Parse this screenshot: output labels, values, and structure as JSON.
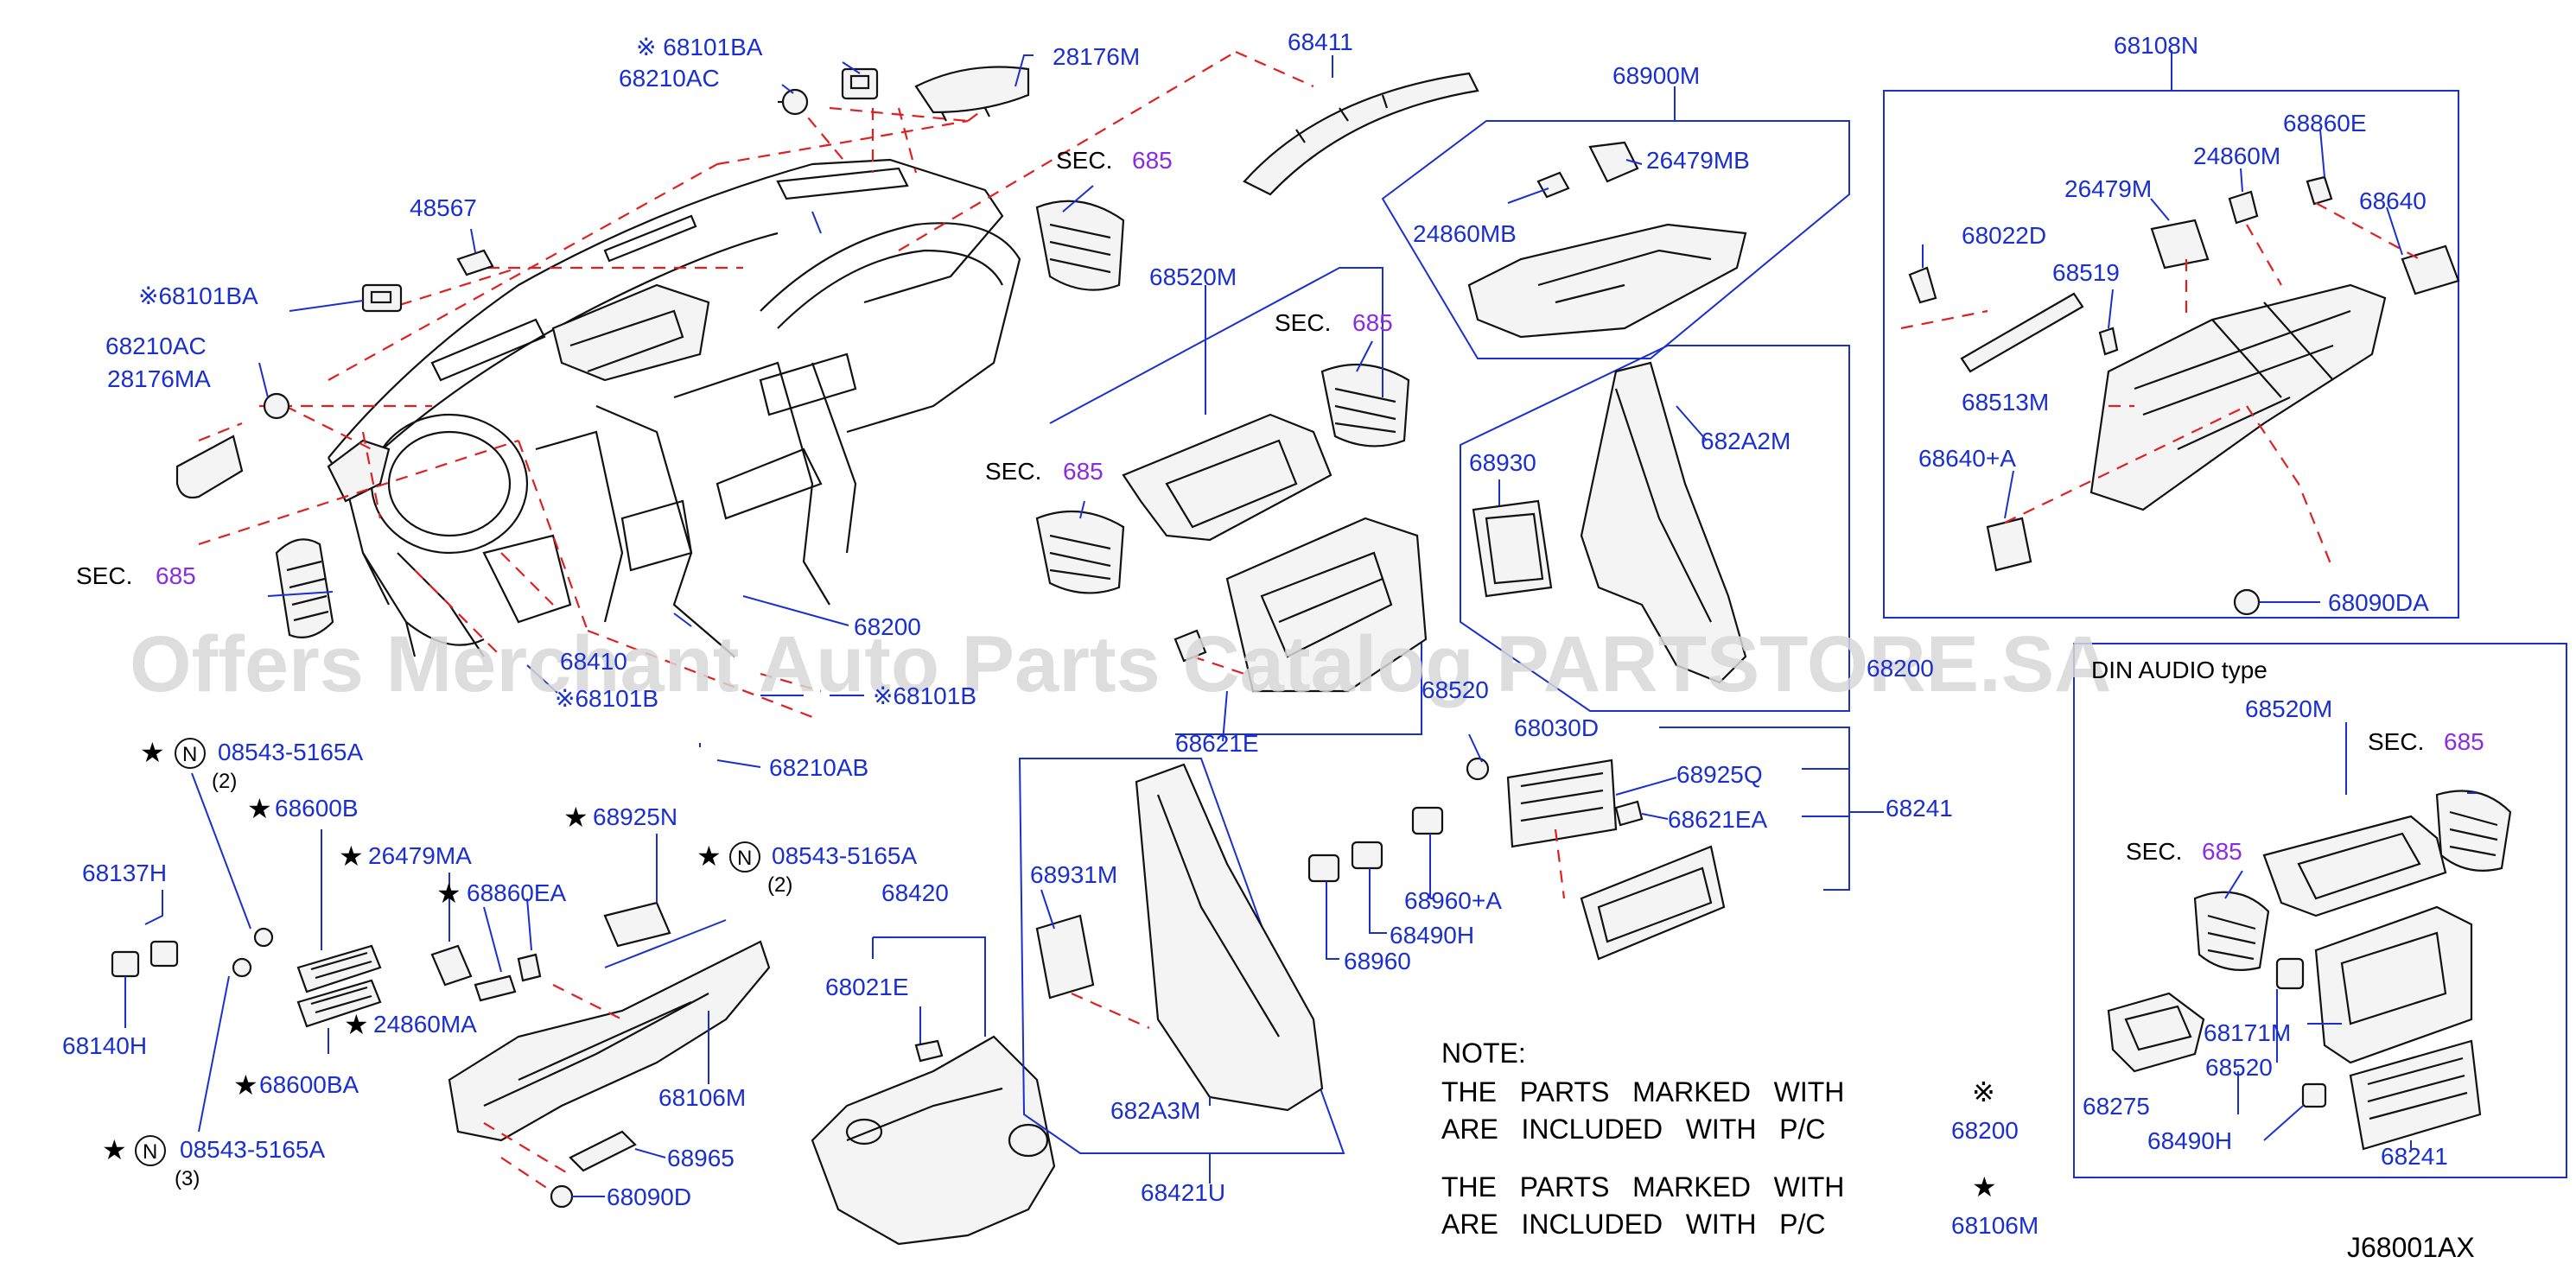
{
  "diagram": {
    "watermark": "Offers Merchant Auto Parts Catalog PARTSTORE.SA",
    "ref_code": "J68001AX",
    "section_label": "SEC.",
    "section_number": "685",
    "labels": {
      "p68101BA_top": "※ 68101BA",
      "p68210AC_top": "68210AC",
      "p28176M": "28176M",
      "p68411": "68411",
      "p68900M": "68900M",
      "p68108N": "68108N",
      "p48567": "48567",
      "p68101BA_left": "※68101BA",
      "p68210AC_left": "68210AC",
      "p28176MA": "28176MA",
      "p68520M": "68520M",
      "p26479MB": "26479MB",
      "p24860MB": "24860MB",
      "p68860E": "68860E",
      "p24860M": "24860M",
      "p26479M": "26479M",
      "p68640": "68640",
      "p68022D": "68022D",
      "p68519": "68519",
      "p68513M": "68513M",
      "p68640A": "68640+A",
      "p68090DA": "68090DA",
      "p682A2M": "682A2M",
      "p68930": "68930",
      "p68200": "68200",
      "p68410": "68410",
      "p68101B_a": "※68101B",
      "p68101B_b": "※68101B",
      "p68210AB": "68210AB",
      "p68520": "68520",
      "p68621E": "68621E",
      "p68200_right": "68200",
      "p68030D": "68030D",
      "p68925Q": "68925Q",
      "p68621EA": "68621EA",
      "p68241": "68241",
      "p68960A": "68960+A",
      "p68490H": "68490H",
      "p68960": "68960",
      "p08543_5165A_1": "08543-5165A",
      "qty_2a": "(2)",
      "p68600B": "68600B",
      "p68137H": "68137H",
      "p68140H": "68140H",
      "p26479MA": "26479MA",
      "p68860EA": "68860EA",
      "p24860MA": "24860MA",
      "p68925N": "68925N",
      "p08543_5165A_2": "08543-5165A",
      "qty_2b": "(2)",
      "p68600BA": "68600BA",
      "p08543_5165A_3": "08543-5165A",
      "qty_3": "(3)",
      "p68106M": "68106M",
      "p68965": "68965",
      "p68090D": "68090D",
      "p68420": "68420",
      "p68021E": "68021E",
      "p68931M": "68931M",
      "p682A3M": "682A3M",
      "p68421U": "68421U",
      "alt_title": "DIN AUDIO type",
      "alt_68520M": "68520M",
      "alt_68171M": "68171M",
      "alt_68520": "68520",
      "alt_68275": "68275",
      "alt_68490H": "68490H",
      "alt_68241": "68241"
    },
    "note": {
      "title": "NOTE:",
      "line1": "THE   PARTS   MARKED   WITH",
      "line2": "ARE   INCLUDED   WITH   P/C",
      "line3": "THE   PARTS   MARKED   WITH",
      "line4": "ARE   INCLUDED   WITH   P/C",
      "mark1": "※",
      "ref1": "68200",
      "mark2": "★",
      "ref2": "68106M"
    },
    "symbols": {
      "star": "★",
      "circle_n": "N"
    }
  }
}
